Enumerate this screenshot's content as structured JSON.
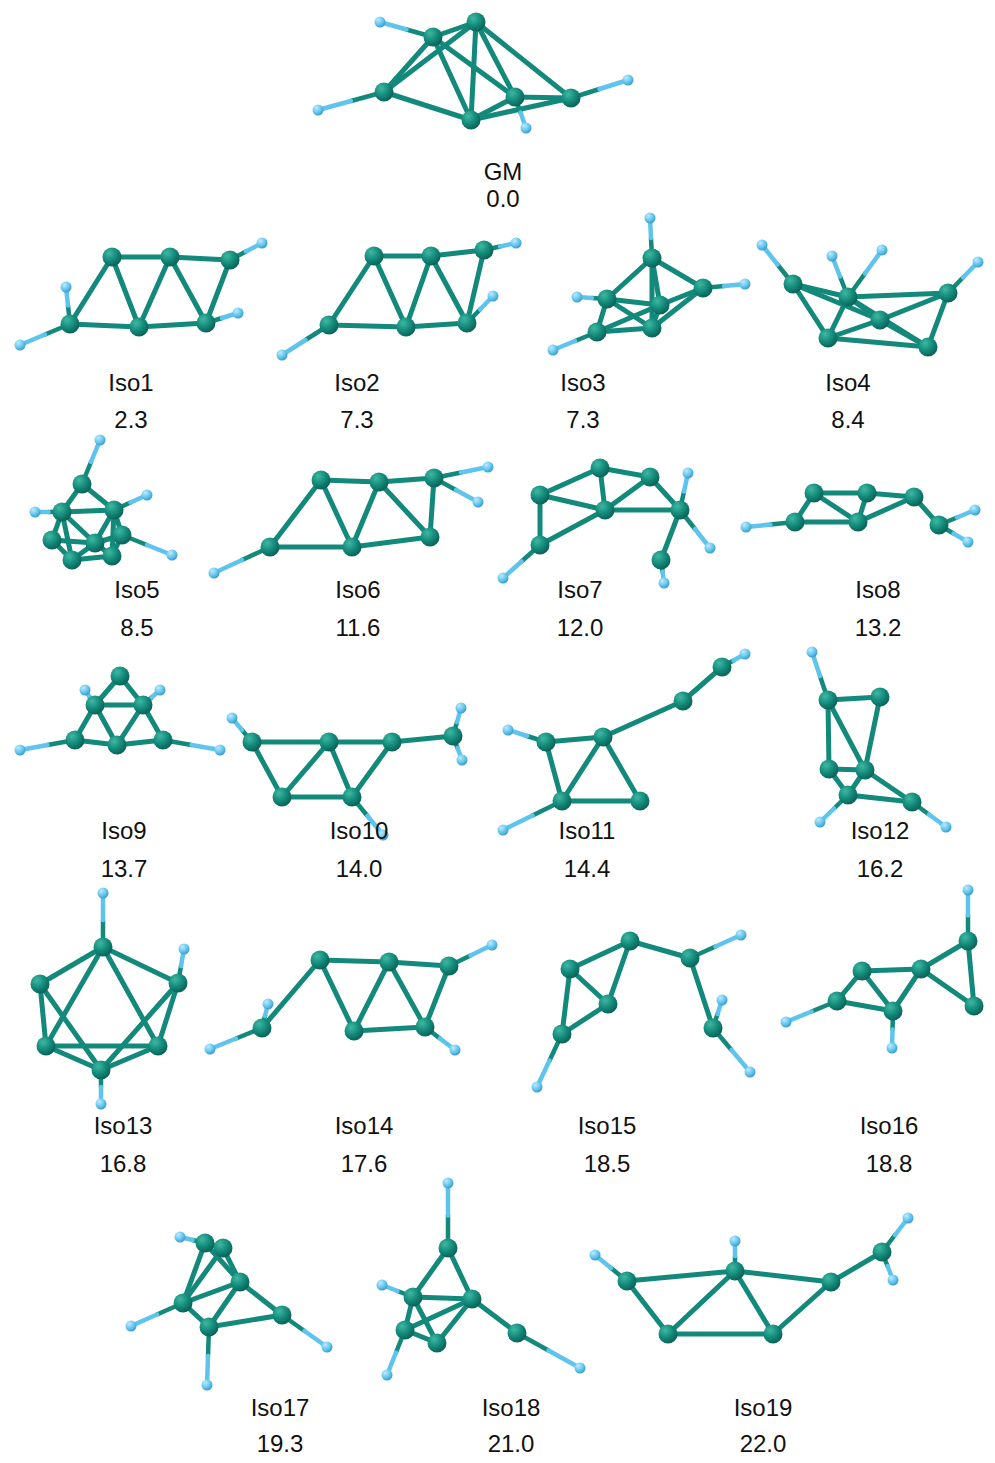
{
  "diagram": {
    "labels": [
      "GM",
      "0.0",
      "Iso1",
      "2.3",
      "Iso2",
      "7.3",
      "Iso3",
      "7.3",
      "Iso4",
      "8.4",
      "Iso5",
      "8.5",
      "Iso6",
      "11.6",
      "Iso7",
      "12.0",
      "Iso8",
      "13.2",
      "Iso9",
      "13.7",
      "Iso10",
      "14.0",
      "Iso11",
      "14.4",
      "Iso12",
      "16.2",
      "Iso13",
      "16.8",
      "Iso14",
      "17.6",
      "Iso15",
      "18.5",
      "Iso16",
      "18.8",
      "Iso17",
      "19.3",
      "Iso18",
      "21.0",
      "Iso19",
      "22.0"
    ]
  }
}
